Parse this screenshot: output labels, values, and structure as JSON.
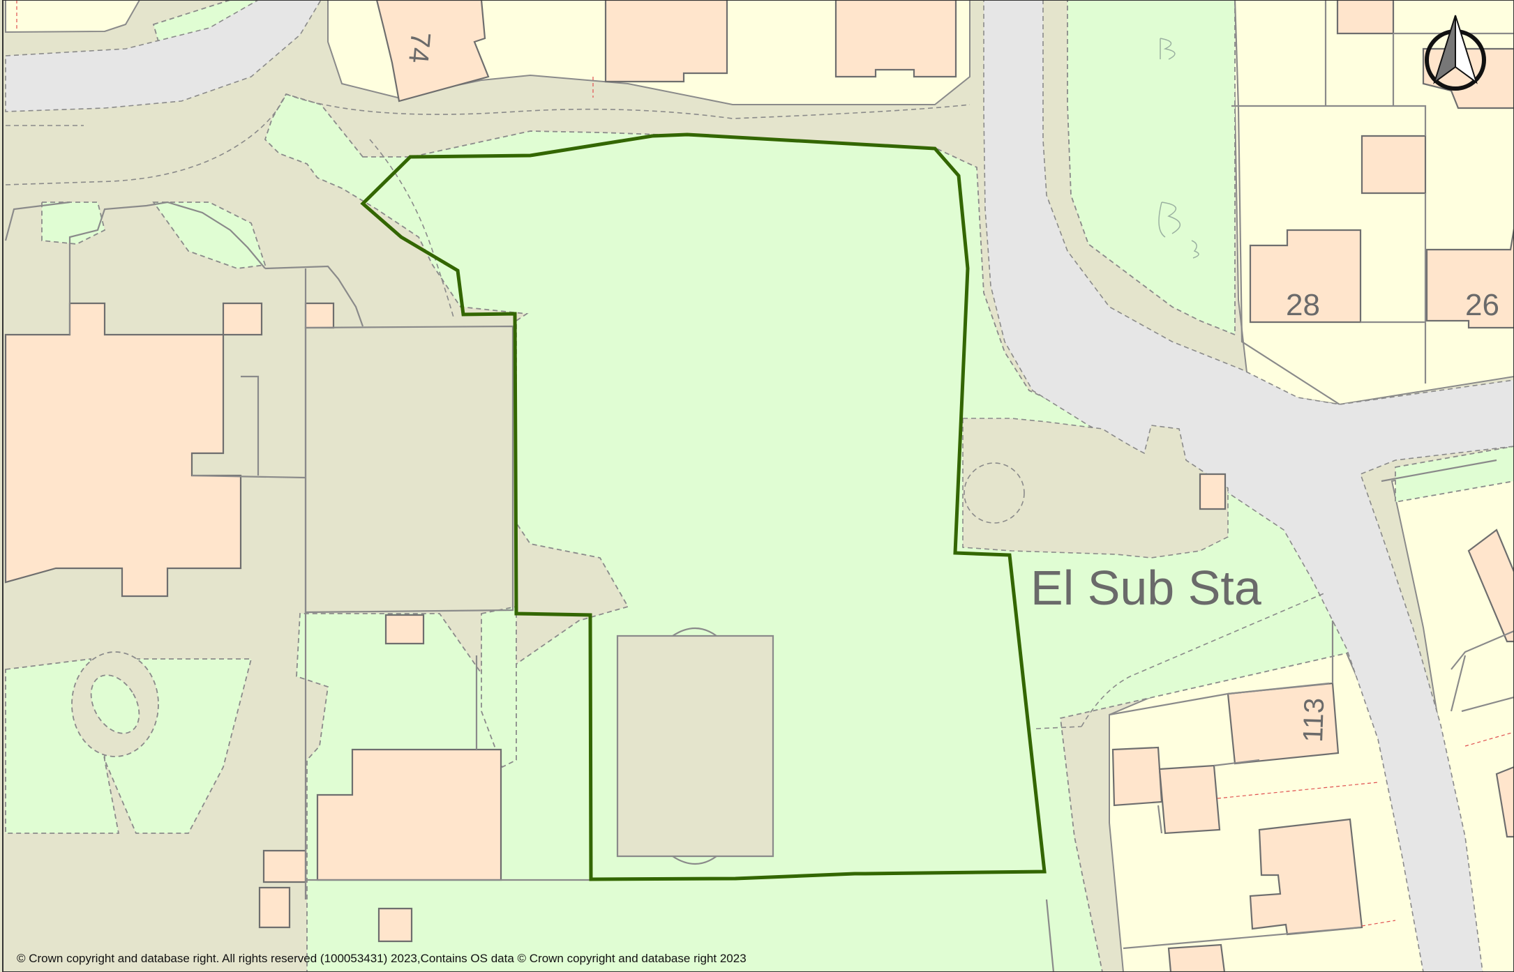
{
  "map": {
    "labels": {
      "house_74": "74",
      "house_28": "28",
      "house_26": "26",
      "house_113": "113",
      "substation": "El Sub Sta"
    },
    "copyright": "© Crown copyright and database right. All rights reserved (100053431) 2023,Contains OS data © Crown copyright and database right 2023",
    "north_arrow_icon": "north-arrow-icon",
    "colors": {
      "site_boundary": "#336600",
      "green_space": "#e0fdd3",
      "residential_land": "#ffffdf",
      "building": "#ffe5cc",
      "paved": "#e4e4cc",
      "road": "#e6e6e6",
      "outline": "#8a8a8a"
    }
  }
}
